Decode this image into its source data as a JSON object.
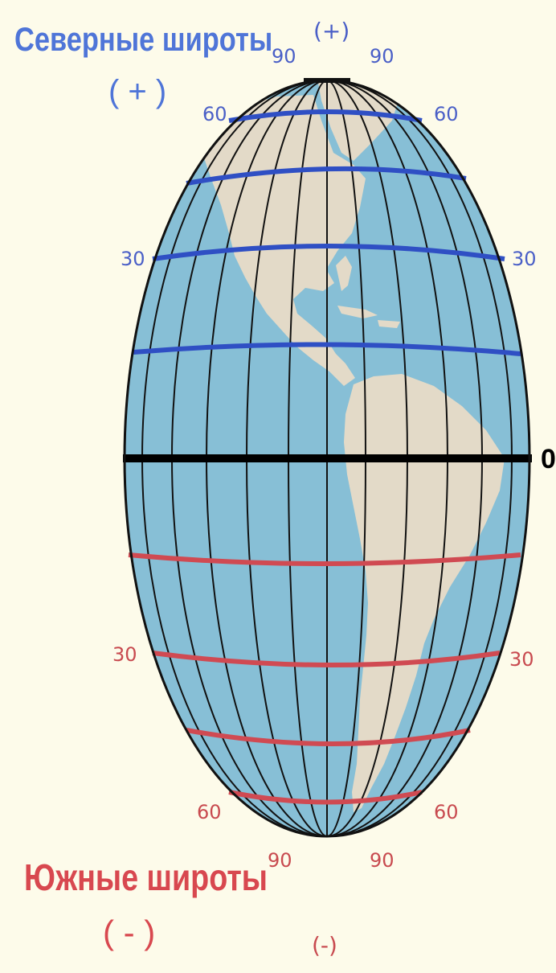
{
  "north": {
    "title": "Северные широты",
    "sign": "( + )",
    "pole_sign": "(+)"
  },
  "south": {
    "title": "Южные широты",
    "sign": "( - )",
    "pole_sign": "(-)"
  },
  "labels": {
    "lat90": "90",
    "lat60": "60",
    "lat30": "30",
    "equator": "0"
  },
  "colors": {
    "background": "#fdfbea",
    "ocean": "#87bfd6",
    "land": "#e3dac8",
    "north_lines": "#2f4fc4",
    "south_lines": "#d04a52",
    "equator": "#000000",
    "north_text": "#4f75d8",
    "south_text": "#d8484f"
  }
}
